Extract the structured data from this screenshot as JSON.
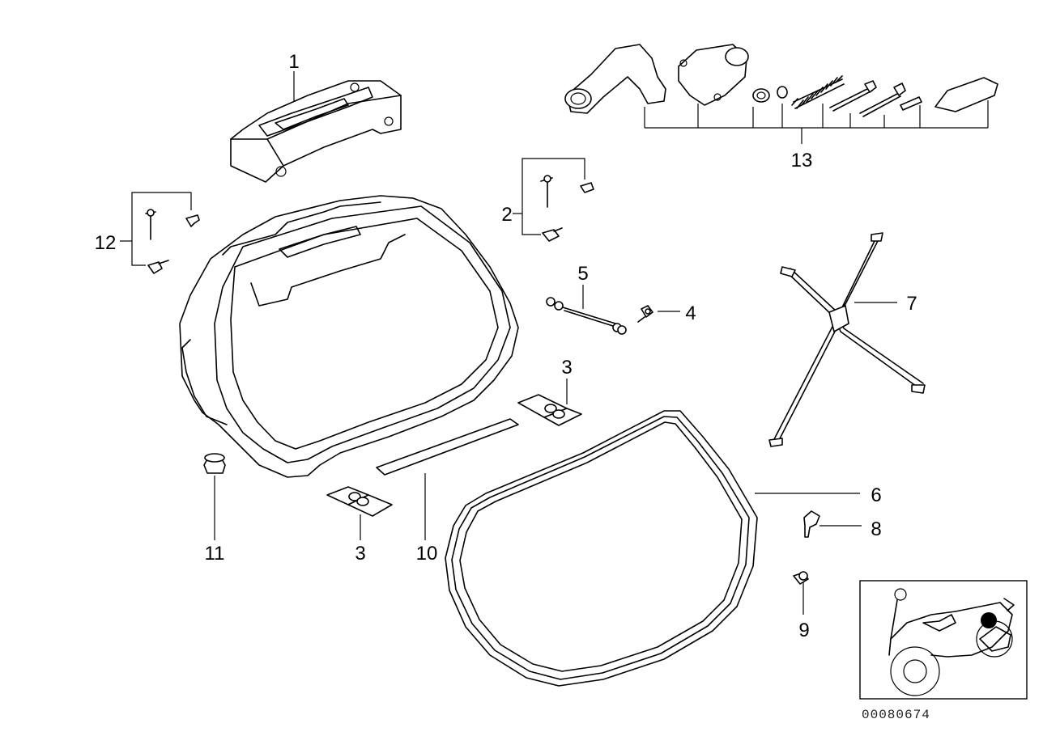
{
  "callouts": {
    "c1": "1",
    "c2": "2",
    "c3a": "3",
    "c3b": "3",
    "c4": "4",
    "c5": "5",
    "c6": "6",
    "c7": "7",
    "c8": "8",
    "c9": "9",
    "c10": "10",
    "c11": "11",
    "c12": "12",
    "c13": "13"
  },
  "diagram_code": "00080674"
}
